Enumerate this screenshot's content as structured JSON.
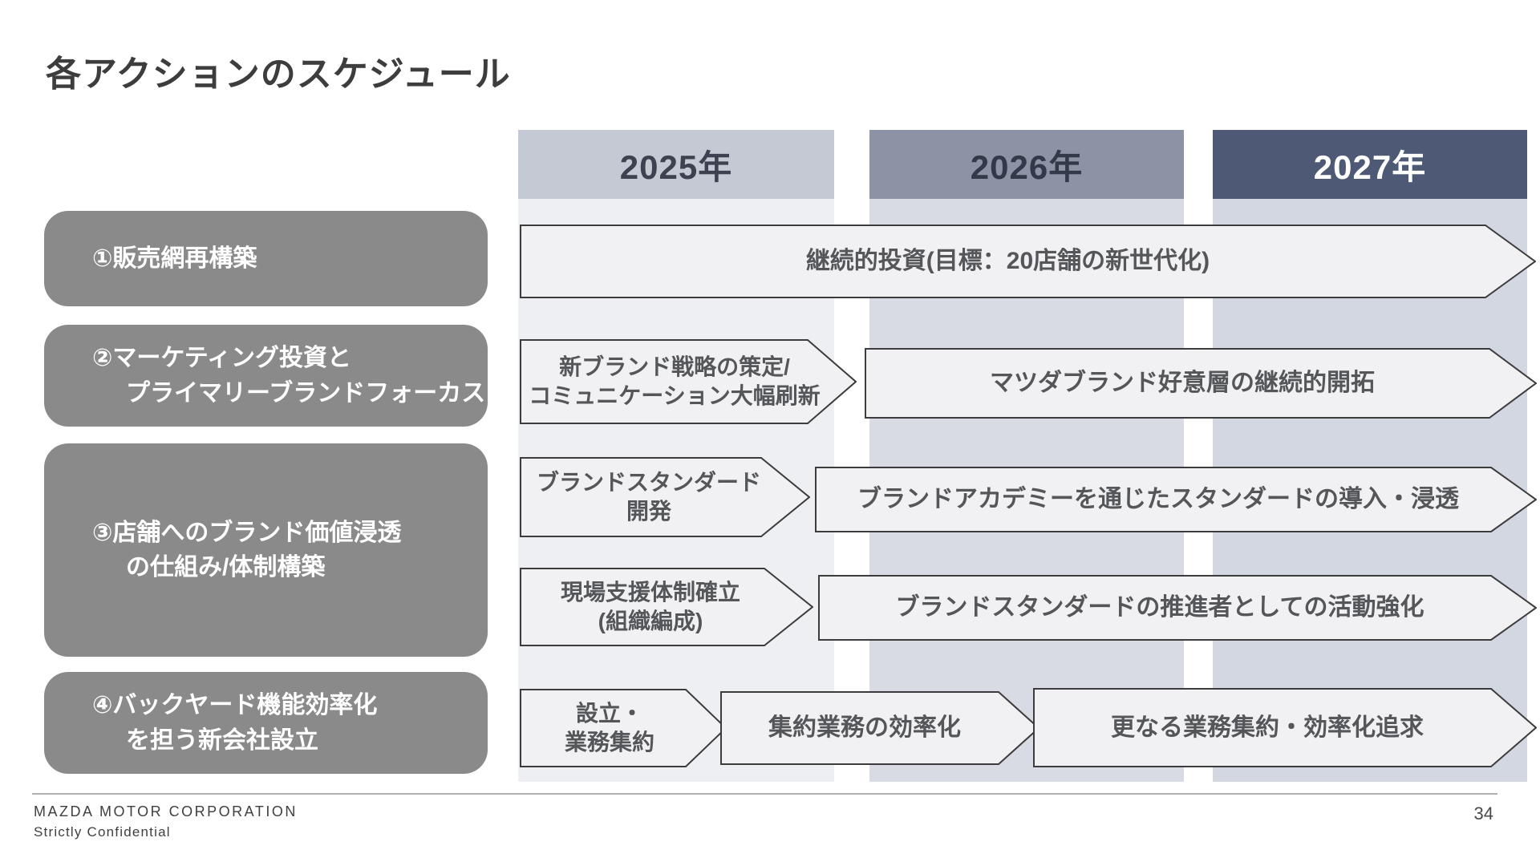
{
  "slide": {
    "title": "各アクションのスケジュール",
    "page_number": "34",
    "footer_company": "MAZDA MOTOR CORPORATION",
    "footer_confidential": "Strictly Confidential"
  },
  "years": [
    {
      "label": "2025年",
      "header_bg": "#c5c9d3",
      "header_text_color": "#3c4250",
      "band_bg": "#edeff3"
    },
    {
      "label": "2026年",
      "header_bg": "#8b93a5",
      "header_text_color": "#323949",
      "band_bg": "#d8dbe3"
    },
    {
      "label": "2027年",
      "header_bg": "#4e5a75",
      "header_text_color": "#ffffff",
      "band_bg": "#d3d7e1"
    }
  ],
  "actions": [
    {
      "lines": [
        "①販売網再構築"
      ]
    },
    {
      "lines": [
        "②マーケティング投資と",
        "プライマリーブランドフォーカス"
      ]
    },
    {
      "lines": [
        "③店舗へのブランド価値浸透",
        "の仕組み/体制構築"
      ]
    },
    {
      "lines": [
        "④バックヤード機能効率化",
        "を担う新会社設立"
      ]
    }
  ],
  "arrows": [
    {
      "lines": [
        "継続的投資(目標：20店舗の新世代化)"
      ]
    },
    {
      "lines": [
        "新ブランド戦略の策定/",
        "コミュニケーション大幅刷新"
      ]
    },
    {
      "lines": [
        "マツダブランド好意層の継続的開拓"
      ]
    },
    {
      "lines": [
        "ブランドスタンダード",
        "開発"
      ]
    },
    {
      "lines": [
        "ブランドアカデミーを通じたスタンダードの導入・浸透"
      ]
    },
    {
      "lines": [
        "現場支援体制確立",
        "(組織編成)"
      ]
    },
    {
      "lines": [
        "ブランドスタンダードの推進者としての活動強化"
      ]
    },
    {
      "lines": [
        "設立・",
        "業務集約"
      ]
    },
    {
      "lines": [
        "集約業務の効率化"
      ]
    },
    {
      "lines": [
        "更なる業務集約・効率化追求"
      ]
    }
  ],
  "colors": {
    "action_box_bg": "#8a8a8a",
    "action_box_text": "#ffffff",
    "arrow_fill": "#f1f1f3",
    "arrow_border": "#3c3c3c",
    "arrow_text": "#54565a",
    "title_text": "#3d3d3d"
  }
}
